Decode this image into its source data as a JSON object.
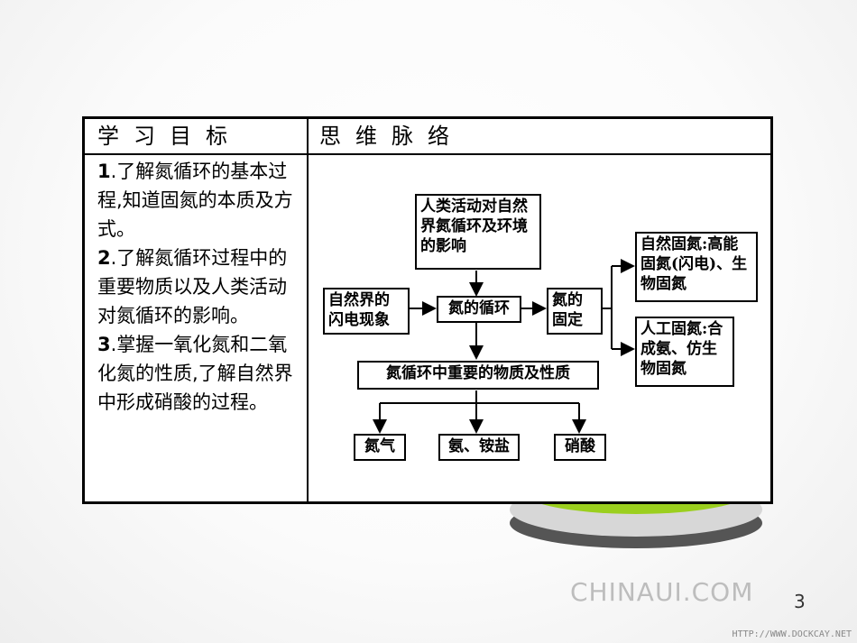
{
  "table": {
    "header_left": "学习目标",
    "header_right": "思维脉络"
  },
  "goals": [
    {
      "num": "1",
      "text": ".了解氮循环的基本过程,知道固氮的本质及方式。"
    },
    {
      "num": "2",
      "text": ".了解氮循环过程中的重要物质以及人类活动对氮循环的影响。"
    },
    {
      "num": "3",
      "text": ".掌握一氧化氮和二氧化氮的性质,了解自然界中形成硝酸的过程。"
    }
  ],
  "diagram": {
    "human_activity": "人类活动对自然界氮循环及环境的影响",
    "lightning": "自然界的闪电现象",
    "cycle": "氮的循环",
    "fixation": "氮的固定",
    "natural_fixation": "自然固氮:高能固氮(闪电)、生物固氮",
    "artificial_fixation": "人工固氮:合成氨、仿生物固氮",
    "important": "氮循环中重要的物质及性质",
    "nitrogen_gas": "氮气",
    "ammonia": "氨、铵盐",
    "nitric_acid": "硝酸"
  },
  "watermark": "CHINAUI.COM",
  "page_number": "3",
  "url": "HTTP://WWW.DOCKCAY.NET"
}
